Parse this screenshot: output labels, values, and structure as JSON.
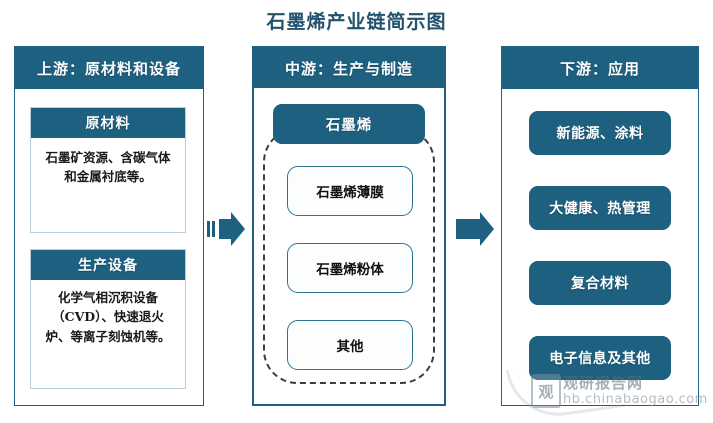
{
  "title": "石墨烯产业链简示图",
  "theme": {
    "accent": "#1d6080",
    "panel_border": "#1d6080",
    "card_border": "#b9cfdc",
    "sub_chip_border": "#2e7492",
    "dashed_border": "#3c3c3c",
    "title_color": "#22536e",
    "background": "#ffffff"
  },
  "columns": {
    "upstream": {
      "header": "上游：原材料和设备",
      "cards": [
        {
          "header": "原材料",
          "text": "石墨矿资源、含碳气体和金属衬底等。"
        },
        {
          "header": "生产设备",
          "text": "化学气相沉积设备（CVD）、快速退火炉、等离子刻蚀机等。"
        }
      ]
    },
    "midstream": {
      "header": "中游：生产与制造",
      "main_chip": "石墨烯",
      "items": [
        "石墨烯薄膜",
        "石墨烯粉体",
        "其他"
      ]
    },
    "downstream": {
      "header": "下游：应用",
      "items": [
        "新能源、涂料",
        "大健康、热管理",
        "复合材料",
        "电子信息及其他"
      ]
    }
  },
  "arrows": [
    {
      "name": "arrow-upstream-to-midstream",
      "direction": "right"
    },
    {
      "name": "arrow-midstream-to-downstream",
      "direction": "right"
    }
  ],
  "watermark": {
    "badge": "观",
    "name": "观研报告网",
    "url": "hb.chinabaogao.com"
  }
}
